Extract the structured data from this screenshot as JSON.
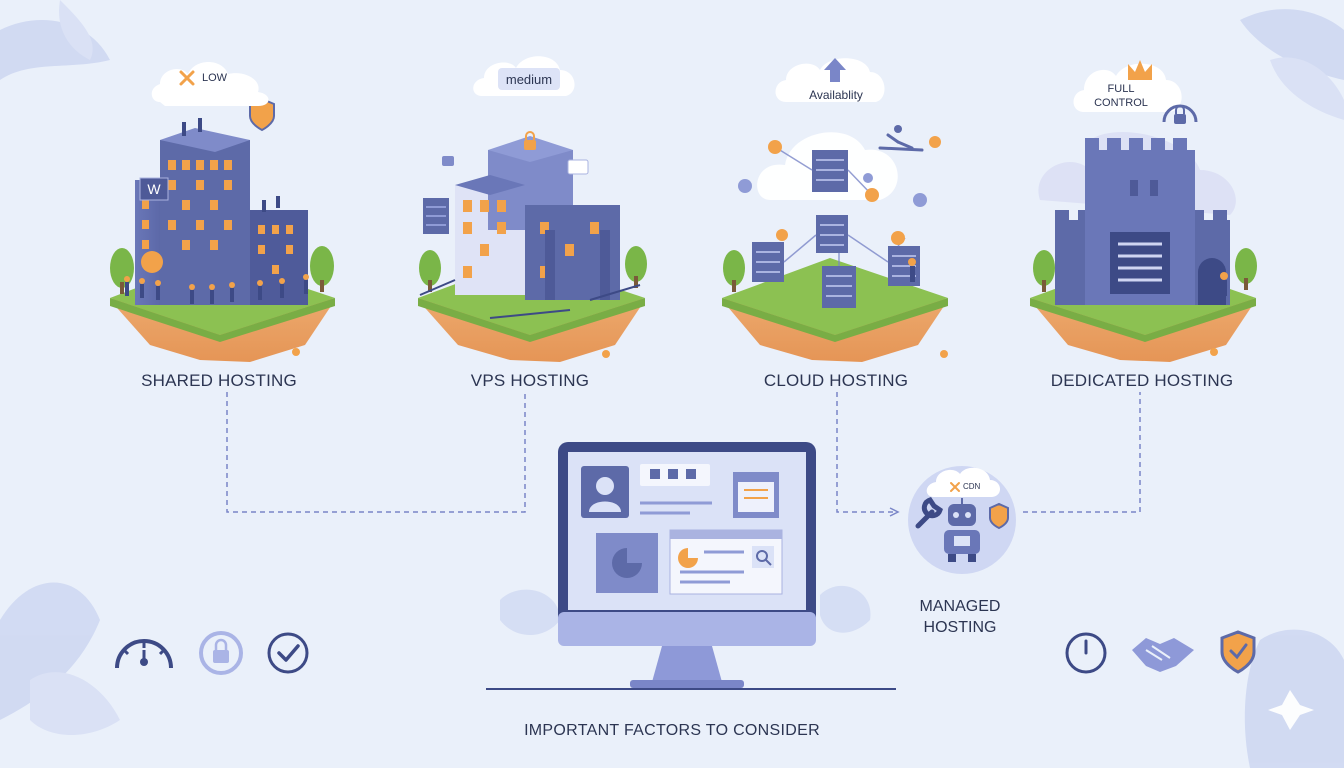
{
  "footer": {
    "title": "IMPORTANT FACTORS TO CONSIDER"
  },
  "hosting_types": [
    {
      "id": "shared",
      "title": "SHARED HOSTING",
      "badge": "LOW",
      "icon": "x-icon"
    },
    {
      "id": "vps",
      "title": "VPS HOSTING",
      "badge": "medium",
      "icon": "lock-icon"
    },
    {
      "id": "cloud",
      "title": "CLOUD HOSTING",
      "badge": "Availablity",
      "icon": "arrow-up-icon"
    },
    {
      "id": "dedicated",
      "title": "DEDICATED HOSTING",
      "badge_line1": "FULL",
      "badge_line2": "CONTROL",
      "icon": "crown-icon"
    }
  ],
  "managed": {
    "title_line1": "MANAGED",
    "title_line2": "HOSTING",
    "badge": "CDN",
    "icon": "robot-icon"
  },
  "factor_icons_left": [
    "speedometer-icon",
    "lock-icon",
    "checkmark-icon"
  ],
  "factor_icons_right": [
    "clock-icon",
    "handshake-icon",
    "shield-check-icon"
  ],
  "colors": {
    "background": "#eaf0fa",
    "building": "#5d6aa8",
    "accent_orange": "#f2a24a",
    "grass": "#8cc152",
    "dirt": "#e9a469",
    "line": "#7a86c8"
  }
}
